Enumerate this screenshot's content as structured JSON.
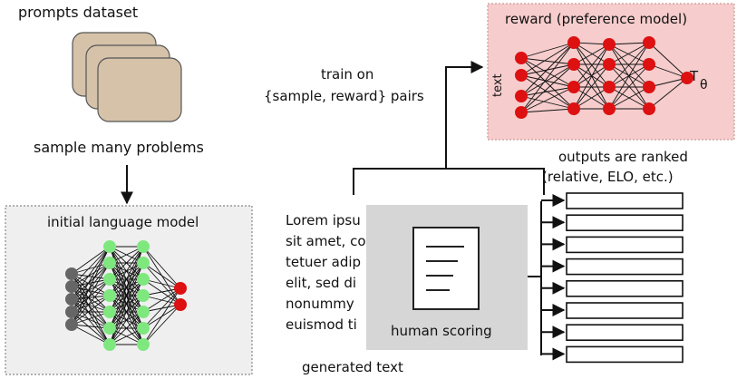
{
  "prompts": {
    "label": "prompts dataset"
  },
  "sample_label": "sample many problems",
  "initial_lm": {
    "title": "initial language model"
  },
  "reward_model": {
    "title": "reward (preference model)",
    "input_label": "text",
    "output_label": "T",
    "output_sub": "θ"
  },
  "train_label": {
    "line1": "train on",
    "line2": "{sample, reward} pairs"
  },
  "generated": {
    "lines": [
      "Lorem ipsu",
      "sit amet, co",
      "tetuer adip",
      "elit, sed di",
      "nonummy",
      "euismod ti"
    ],
    "caption": "generated text"
  },
  "human_scoring": {
    "label": "human scoring"
  },
  "ranked": {
    "line1": "outputs are ranked",
    "line2": "(relative, ELO, etc.)",
    "count": 8
  },
  "colors": {
    "card_fill": "#d5c2a9",
    "card_stroke": "#555555",
    "lm_bg": "#efefef",
    "reward_bg": "#f6cccc",
    "human_bg": "#d6d6d6",
    "node_gray": "#666666",
    "node_green": "#7ee87e",
    "node_red": "#dd1111"
  }
}
